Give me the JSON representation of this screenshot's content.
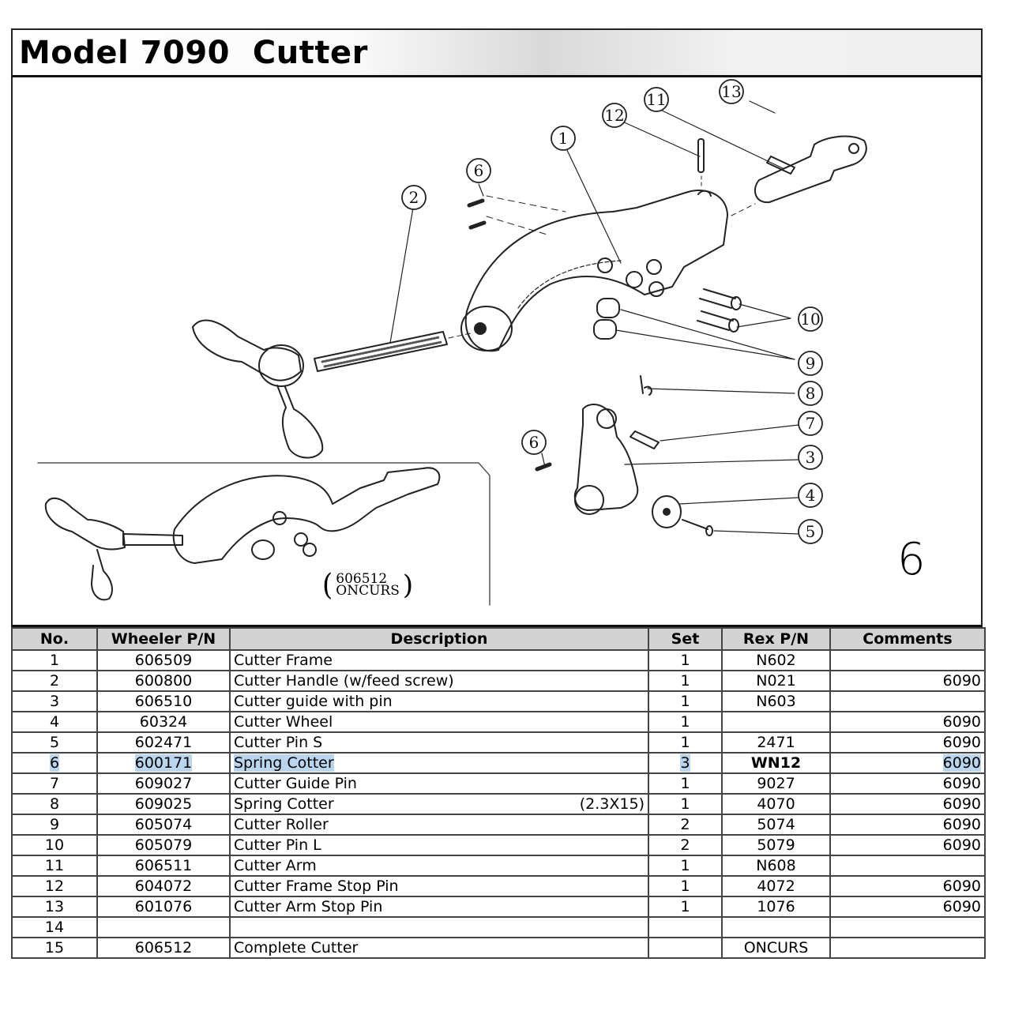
{
  "title": "Model 7090  Cutter",
  "page_number": "6",
  "diagram": {
    "callouts": [
      "1",
      "2",
      "3",
      "4",
      "5",
      "6",
      "6",
      "7",
      "8",
      "9",
      "10",
      "11",
      "12",
      "13"
    ],
    "assembly_label_line1": "606512",
    "assembly_label_line2": "ONCURS"
  },
  "table": {
    "headers": {
      "no": "No.",
      "wheeler_pn": "Wheeler P/N",
      "description": "Description",
      "set": "Set",
      "rex_pn": "Rex P/N",
      "comments": "Comments"
    },
    "rows": [
      {
        "no": "1",
        "wheeler_pn": "606509",
        "description": "Cutter Frame",
        "note": "",
        "set": "1",
        "rex_pn": "N602",
        "comments": ""
      },
      {
        "no": "2",
        "wheeler_pn": "600800",
        "description": "Cutter Handle (w/feed screw)",
        "note": "",
        "set": "1",
        "rex_pn": "N021",
        "comments": "6090"
      },
      {
        "no": "3",
        "wheeler_pn": "606510",
        "description": "Cutter guide with pin",
        "note": "",
        "set": "1",
        "rex_pn": "N603",
        "comments": ""
      },
      {
        "no": "4",
        "wheeler_pn": "60324",
        "description": "Cutter Wheel",
        "note": "",
        "set": "1",
        "rex_pn": "",
        "comments": "6090"
      },
      {
        "no": "5",
        "wheeler_pn": "602471",
        "description": "Cutter Pin S",
        "note": "",
        "set": "1",
        "rex_pn": "2471",
        "comments": "6090"
      },
      {
        "no": "6",
        "wheeler_pn": "600171",
        "description": "Spring Cotter",
        "note": "",
        "set": "3",
        "rex_pn": "WN12",
        "comments": "6090",
        "selected": true
      },
      {
        "no": "7",
        "wheeler_pn": "609027",
        "description": "Cutter Guide Pin",
        "note": "",
        "set": "1",
        "rex_pn": "9027",
        "comments": "6090"
      },
      {
        "no": "8",
        "wheeler_pn": "609025",
        "description": "Spring Cotter",
        "note": "(2.3X15)",
        "set": "1",
        "rex_pn": "4070",
        "comments": "6090"
      },
      {
        "no": "9",
        "wheeler_pn": "605074",
        "description": "Cutter Roller",
        "note": "",
        "set": "2",
        "rex_pn": "5074",
        "comments": "6090"
      },
      {
        "no": "10",
        "wheeler_pn": "605079",
        "description": "Cutter Pin L",
        "note": "",
        "set": "2",
        "rex_pn": "5079",
        "comments": "6090"
      },
      {
        "no": "11",
        "wheeler_pn": "606511",
        "description": "Cutter Arm",
        "note": "",
        "set": "1",
        "rex_pn": "N608",
        "comments": ""
      },
      {
        "no": "12",
        "wheeler_pn": "604072",
        "description": "Cutter Frame Stop Pin",
        "note": "",
        "set": "1",
        "rex_pn": "4072",
        "comments": "6090"
      },
      {
        "no": "13",
        "wheeler_pn": "601076",
        "description": "Cutter Arm Stop Pin",
        "note": "",
        "set": "1",
        "rex_pn": "1076",
        "comments": "6090"
      },
      {
        "no": "14",
        "wheeler_pn": "",
        "description": "",
        "note": "",
        "set": "",
        "rex_pn": "",
        "comments": ""
      },
      {
        "no": "15",
        "wheeler_pn": "606512",
        "description": "Complete Cutter",
        "note": "",
        "set": "",
        "rex_pn": "ONCURS",
        "comments": ""
      }
    ]
  },
  "colors": {
    "header_bg": "#d3d3d3",
    "selection_highlight": "#b9d6ee"
  }
}
